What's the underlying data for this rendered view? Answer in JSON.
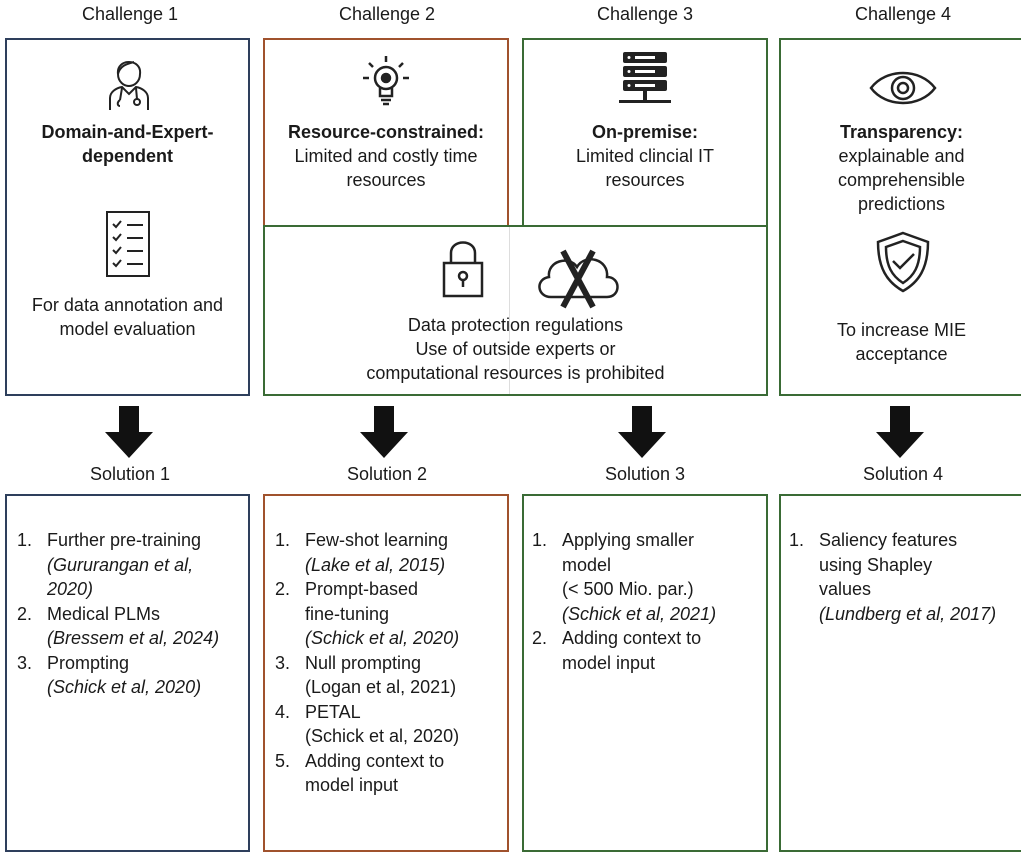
{
  "challenges": [
    {
      "header": "Challenge 1",
      "title": "Domain-and-Expert-dependent",
      "subtitle": "",
      "note": "For data annotation and model evaluation"
    },
    {
      "header": "Challenge 2",
      "title": "Resource-constrained:",
      "subtitle": "Limited and costly time resources"
    },
    {
      "header": "Challenge 3",
      "title": "On-premise:",
      "subtitle": "Limited clincial IT resources"
    },
    {
      "header": "Challenge 4",
      "title": "Transparency:",
      "subtitle": "explainable and comprehensible predictions",
      "note": "To increase MIE acceptance"
    }
  ],
  "shared": {
    "line1": "Data protection regulations",
    "line2": "Use of outside experts or",
    "line3": "computational resources is prohibited"
  },
  "solutions": [
    {
      "header": "Solution 1",
      "items": [
        {
          "num": "1.",
          "text": "Further pre-training",
          "cite": "(Gururangan et al, 2020)"
        },
        {
          "num": "2.",
          "text": "Medical PLMs",
          "cite": "(Bressem et al, 2024)"
        },
        {
          "num": "3.",
          "text": "Prompting",
          "cite": "(Schick et al, 2020)"
        }
      ]
    },
    {
      "header": "Solution 2",
      "items": [
        {
          "num": "1.",
          "text": "Few-shot learning",
          "cite": "(Lake et al, 2015)"
        },
        {
          "num": "2.",
          "text": "Prompt-based fine-tuning",
          "cite": "(Schick et al, 2020)"
        },
        {
          "num": "3.",
          "text": "Null prompting",
          "plain": "(Logan et al, 2021)"
        },
        {
          "num": "4.",
          "text": "PETAL",
          "plain": "(Schick et al, 2020)"
        },
        {
          "num": "5.",
          "text": "Adding context to model input"
        }
      ]
    },
    {
      "header": "Solution 3",
      "items": [
        {
          "num": "1.",
          "text": "Applying smaller model",
          "plain": "(< 500 Mio. par.)",
          "cite": "(Schick et al, 2021)"
        },
        {
          "num": "2.",
          "text": "Adding context to model input"
        }
      ]
    },
    {
      "header": "Solution 4",
      "items": [
        {
          "num": "1.",
          "text": "Saliency features using Shapley values",
          "cite": "(Lundberg et al, 2017)"
        }
      ]
    }
  ],
  "icons": [
    "doctor-icon",
    "checklist-icon",
    "lightbulb-icon",
    "server-icon",
    "eye-icon",
    "shield-check-icon",
    "padlock-icon",
    "cloud-crossed-icon",
    "down-arrow-icon"
  ],
  "colors": {
    "blue_border": "#2e3f5c",
    "orange_border": "#a0522d",
    "green_border": "#3a6b35"
  }
}
